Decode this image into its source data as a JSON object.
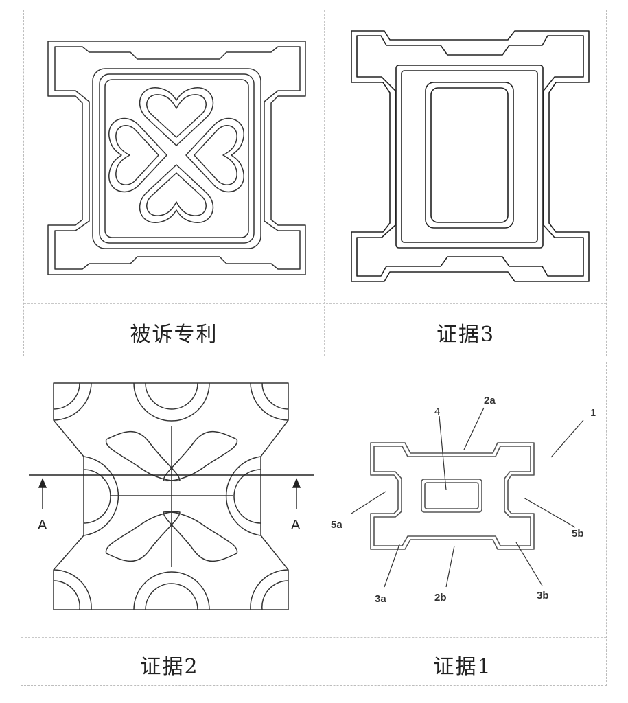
{
  "panels": {
    "top_left": {
      "caption": "被诉专利"
    },
    "top_right": {
      "caption": "证据3"
    },
    "bottom_left": {
      "caption": "证据2",
      "section_label_left": "A",
      "section_label_right": "A"
    },
    "bottom_right": {
      "caption": "证据1",
      "labels": {
        "l1": "1",
        "l2a": "2a",
        "l2b": "2b",
        "l3a": "3a",
        "l3b": "3b",
        "l4": "4",
        "l5a": "5a",
        "l5b": "5b"
      }
    }
  }
}
